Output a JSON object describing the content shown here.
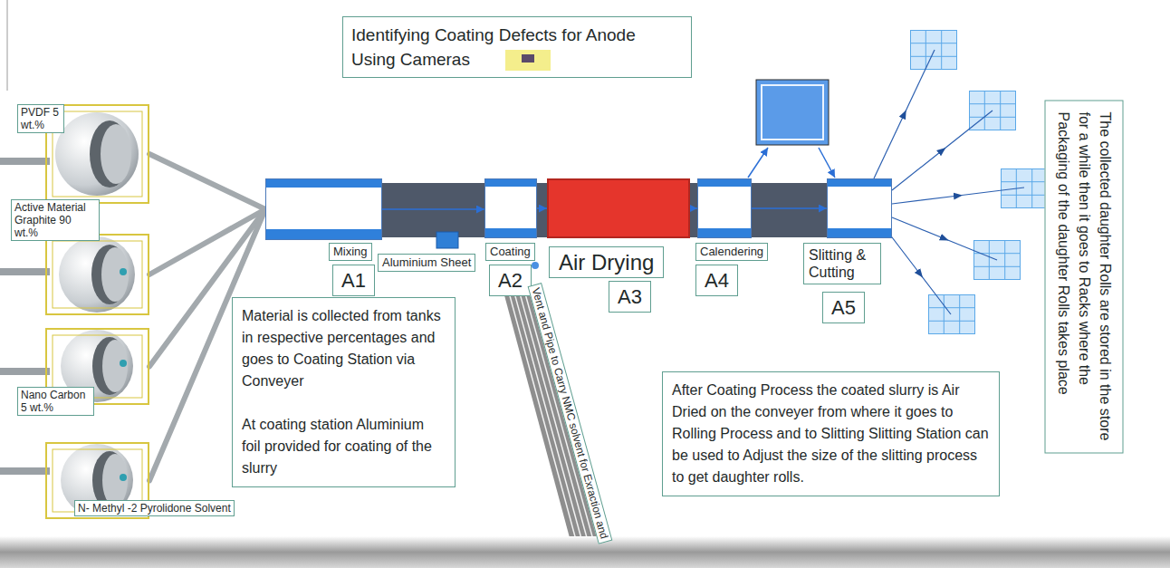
{
  "diagram": {
    "title": "Identifying Coating Defects for Anode Using Cameras",
    "nodes": [
      {
        "text": [
          "PVDF 5 wt.%"
        ]
      },
      {
        "text": [
          "Active Material Graphite 90 wt.%"
        ]
      },
      {
        "text": [
          "Nano Carbon 5 wt.%"
        ]
      },
      {
        "text": [
          "N- Methyl -2 Pyrolidone Solvent"
        ]
      },
      {
        "text": [
          "Mixing"
        ]
      },
      {
        "text": [
          "Coating"
        ]
      },
      {
        "text": [
          "Air Drying"
        ]
      },
      {
        "text": [
          "Calendering"
        ]
      },
      {
        "text": [
          "Slitting & Cutting"
        ]
      },
      {
        "text": [
          "Material is collected from tanks in respective percentages and goes to Coating Station via Conveyer",
          "At coating station Aluminium foil provided for coating of the slurry"
        ]
      },
      {
        "text": [
          "After Coating Process the coated slurry is Air Dried on the conveyer from where it goes to Rolling Process and to Slitting Slitting Station can be used to Adjust the size of the slitting process to get daughter rolls."
        ]
      },
      {
        "text": [
          "The collected daughter Rolls are stored in the store for a while then it goes to Racks where the Packaging of the daughter Rolls takes place"
        ]
      }
    ],
    "edges": [
      {
        "from": 0,
        "to": 4,
        "arrow": "none"
      },
      {
        "from": 1,
        "to": 4,
        "arrow": "none"
      },
      {
        "from": 2,
        "to": 4,
        "arrow": "none"
      },
      {
        "from": 3,
        "to": 4,
        "arrow": "none"
      },
      {
        "from": 4,
        "to": 5,
        "arrow": "to"
      },
      {
        "from": 5,
        "to": 6,
        "arrow": "to"
      },
      {
        "from": 6,
        "to": 7,
        "arrow": "to"
      },
      {
        "from": 7,
        "to": 8,
        "arrow": "to"
      }
    ],
    "labels": [
      "A1",
      "Aluminium Sheet",
      "A2",
      "A3",
      "A4",
      "A5",
      "Vent and Pipe to Carry NMC solvent for Exraction and"
    ]
  }
}
